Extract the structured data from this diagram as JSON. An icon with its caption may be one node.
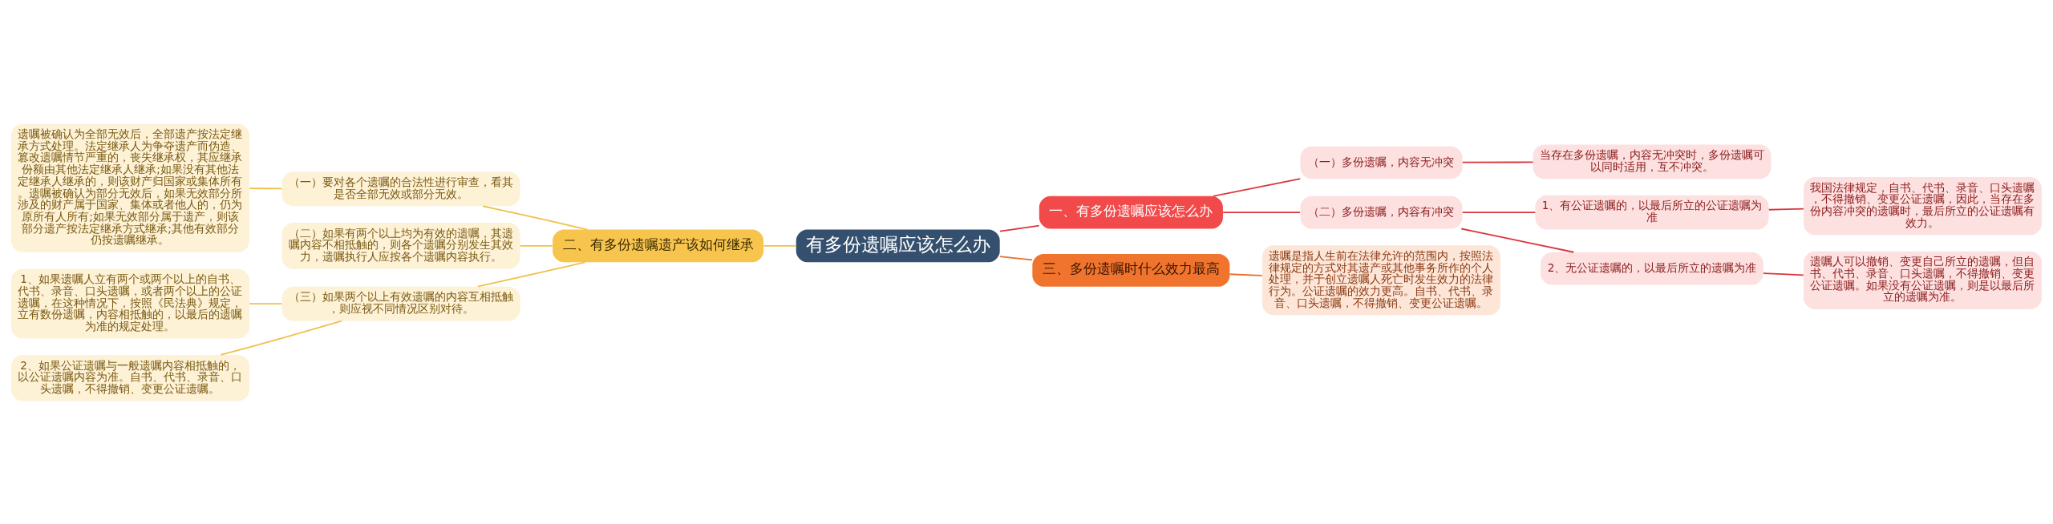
{
  "diagram": {
    "nodes": [
      {
        "text": [
          "有多份遗嘱应该怎么办"
        ]
      },
      {
        "text": [
          "一、有多份遗嘱应该怎么办"
        ]
      },
      {
        "text": [
          "（一）多份遗嘱，内容无冲突"
        ]
      },
      {
        "text": [
          "当存在多份遗嘱，内容无冲突时，多份遗嘱可以同时适用，互不冲突。"
        ]
      },
      {
        "text": [
          "（二）多份遗嘱，内容有冲突"
        ]
      },
      {
        "text": [
          "1、有公证遗嘱的，以最后所立的公证遗嘱为准"
        ]
      },
      {
        "text": [
          "我国法律规定，自书、代书、录音、口头遗嘱，不得撤销、变更公证遗嘱，因此，当存在多份内容冲突的遗嘱时，最后所立的公证遗嘱有效力。"
        ]
      },
      {
        "text": [
          "2、无公证遗嘱的，以最后所立的遗嘱为准"
        ]
      },
      {
        "text": [
          "遗嘱人可以撤销、变更自己所立的遗嘱，但自书、代书、录音、口头遗嘱，不得撤销、变更公证遗嘱。如果没有公证遗嘱，则是以最后所立的遗嘱为准。"
        ]
      },
      {
        "text": [
          "二、有多份遗嘱遗产该如何继承"
        ]
      },
      {
        "text": [
          "（一）要对各个遗嘱的合法性进行审查，看其是否全部无效或部分无效。"
        ]
      },
      {
        "text": [
          "遗嘱被确认为全部无效后，全部遗产按法定继承方式处理。法定继承人为争夺遗产而伪造、篡改遗嘱情节严重的，丧失继承权，其应继承份额由其他法定继承人继承;如果没有其他法定继承人继承的，则该财产归国家或集体所有。遗嘱被确认为部分无效后，如果无效部分所涉及的财产属于国家、集体或者他人的，仍为原所有人所有;如果无效部分属于遗产，则该部分遗产按法定继承方式继承;其他有效部分仍按遗嘱继承。"
        ]
      },
      {
        "text": [
          "（二）如果有两个以上均为有效的遗嘱，其遗嘱内容不相抵触的，则各个遗嘱分别发生其效力，遗嘱执行人应按各个遗嘱内容执行。"
        ]
      },
      {
        "text": [
          "（三）如果两个以上有效遗嘱的内容互相抵触，则应视不同情况区别对待。"
        ]
      },
      {
        "text": [
          "1、如果遗嘱人立有两个或两个以上的自书、代书、录音、口头遗嘱，或者两个以上的公证遗嘱，在这种情况下，按照《民法典》规定，立有数份遗嘱，内容相抵触的，以最后的遗嘱为准的规定处理。"
        ]
      },
      {
        "text": [
          "2、如果公证遗嘱与一般遗嘱内容相抵触的，以公证遗嘱内容为准。自书、代书、录音、口头遗嘱，不得撤销、变更公证遗嘱。"
        ]
      },
      {
        "text": [
          "三、多份遗嘱时什么效力最高"
        ]
      },
      {
        "text": [
          "遗嘱是指人生前在法律允许的范围内，按照法律规定的方式对其遗产或其他事务所作的个人处理，并于创立遗嘱人死亡时发生效力的法律行为。公证遗嘱的效力更高。自书、代书、录音、口头遗嘱，不得撤销、变更公证遗嘱。"
        ]
      }
    ],
    "edges": [
      {
        "from": 0,
        "to": 1,
        "arrow": "none",
        "color": "#d9363e"
      },
      {
        "from": 1,
        "to": 2,
        "arrow": "none",
        "color": "#d9363e"
      },
      {
        "from": 2,
        "to": 3,
        "arrow": "none",
        "color": "#d9363e"
      },
      {
        "from": 1,
        "to": 4,
        "arrow": "none",
        "color": "#d9363e"
      },
      {
        "from": 4,
        "to": 5,
        "arrow": "none",
        "color": "#d9363e"
      },
      {
        "from": 5,
        "to": 6,
        "arrow": "none",
        "color": "#d9363e"
      },
      {
        "from": 4,
        "to": 7,
        "arrow": "none",
        "color": "#d9363e"
      },
      {
        "from": 7,
        "to": 8,
        "arrow": "none",
        "color": "#d9363e"
      },
      {
        "from": 9,
        "to": 0,
        "arrow": "none",
        "color": "#f0c04a"
      },
      {
        "from": 10,
        "to": 9,
        "arrow": "none",
        "color": "#f0c04a"
      },
      {
        "from": 11,
        "to": 10,
        "arrow": "none",
        "color": "#f0c04a"
      },
      {
        "from": 12,
        "to": 9,
        "arrow": "none",
        "color": "#f0c04a"
      },
      {
        "from": 13,
        "to": 9,
        "arrow": "none",
        "color": "#f0c04a"
      },
      {
        "from": 14,
        "to": 13,
        "arrow": "none",
        "color": "#f0c04a"
      },
      {
        "from": 15,
        "to": 13,
        "arrow": "none",
        "color": "#f0c04a"
      },
      {
        "from": 0,
        "to": 16,
        "arrow": "none",
        "color": "#e86f2a"
      },
      {
        "from": 16,
        "to": 17,
        "arrow": "none",
        "color": "#e86f2a"
      }
    ]
  }
}
